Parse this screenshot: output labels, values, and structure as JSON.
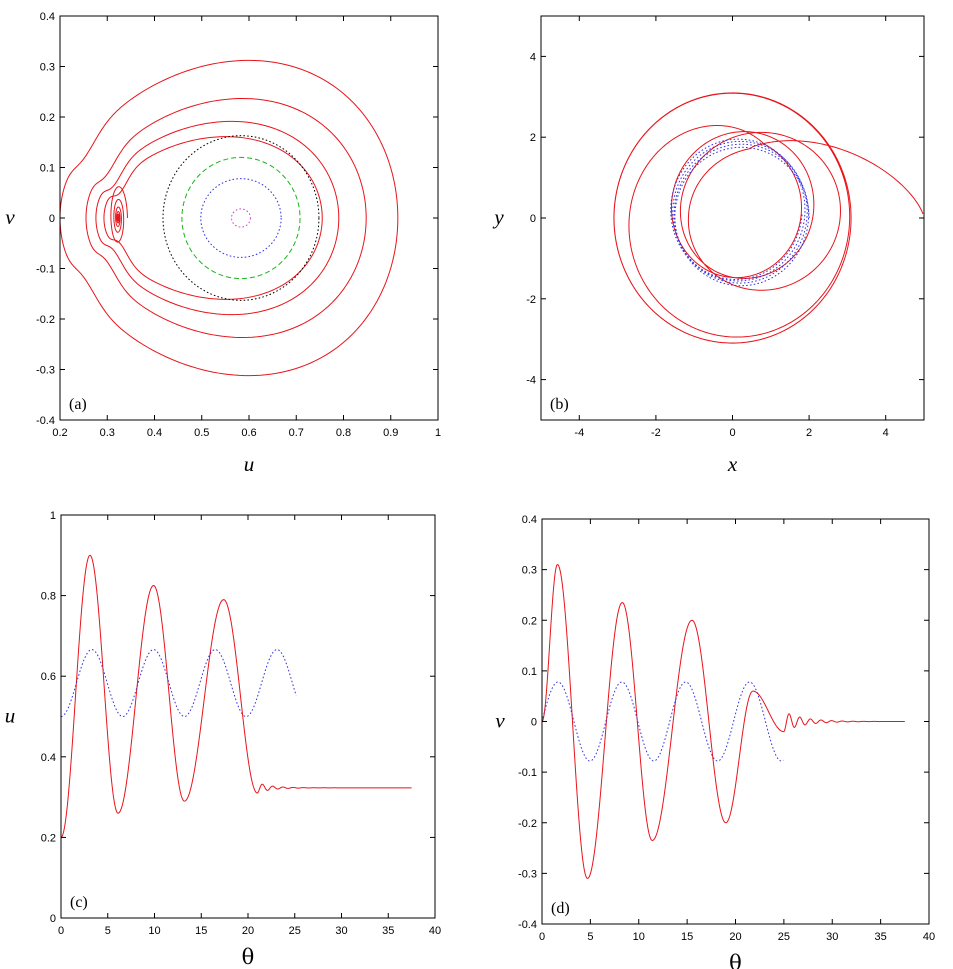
{
  "chart_data": [
    {
      "panel": "(a)",
      "type": "line",
      "xlabel": "u",
      "ylabel": "v",
      "xlim": [
        0.2,
        1.0
      ],
      "ylim": [
        -0.4,
        0.4
      ],
      "xticks": [
        "0.2",
        "0.3",
        "0.4",
        "0.5",
        "0.6",
        "0.7",
        "0.8",
        "0.9",
        "1"
      ],
      "yticks": [
        "-0.4",
        "-0.3",
        "-0.2",
        "-0.1",
        "0",
        "0.1",
        "0.2",
        "0.3",
        "0.4"
      ],
      "series": [
        {
          "style": "solid",
          "color": "#e8141b",
          "kind": "separatrix-curves",
          "u_left": [
            0.2,
            0.255,
            0.276,
            0.293
          ],
          "u_right": [
            0.915,
            0.848,
            0.79,
            0.755
          ],
          "v_max": [
            0.31,
            0.235,
            0.19,
            0.16
          ]
        },
        {
          "style": "solid",
          "color": "#e8141b",
          "kind": "spiral-focus",
          "center": [
            0.323,
            0.0
          ]
        },
        {
          "style": "dotted",
          "color": "#000000",
          "center": [
            0.583,
            0.0
          ],
          "radius_u": 0.165,
          "radius_v": 0.163
        },
        {
          "style": "dashed",
          "color": "#18b418",
          "center": [
            0.583,
            0.0
          ],
          "radius_u": 0.125,
          "radius_v": 0.12
        },
        {
          "style": "dotted",
          "color": "#3131e0",
          "center": [
            0.583,
            0.0
          ],
          "radius_u": 0.085,
          "radius_v": 0.078
        },
        {
          "style": "dotted",
          "color": "#d040d0",
          "center": [
            0.583,
            0.0
          ],
          "radius_u": 0.02,
          "radius_v": 0.018
        }
      ]
    },
    {
      "panel": "(b)",
      "type": "line",
      "xlabel": "x",
      "ylabel": "y",
      "xlim": [
        -5,
        5
      ],
      "ylim": [
        -5,
        5
      ],
      "xticks": [
        "-4",
        "-2",
        "0",
        "2",
        "4"
      ],
      "yticks": [
        "-4",
        "-2",
        "0",
        "2",
        "4"
      ],
      "series": [
        {
          "style": "solid",
          "color": "#e8141b",
          "kind": "orbit"
        },
        {
          "style": "dotted",
          "color": "#3131e0",
          "kind": "orbit"
        }
      ]
    },
    {
      "panel": "(c)",
      "type": "line",
      "xlabel": "θ",
      "ylabel": "u",
      "xlim": [
        0,
        40
      ],
      "ylim": [
        0,
        1
      ],
      "xticks": [
        "0",
        "5",
        "10",
        "15",
        "20",
        "25",
        "30",
        "35",
        "40"
      ],
      "yticks": [
        "0",
        "0.2",
        "0.4",
        "0.6",
        "0.8",
        "1"
      ],
      "series": [
        {
          "style": "solid",
          "color": "#e8141b",
          "start": 0.2,
          "peaks": [
            [
              3.1,
              0.9
            ],
            [
              9.9,
              0.825
            ],
            [
              17.4,
              0.79
            ]
          ],
          "troughs": [
            [
              6.1,
              0.26
            ],
            [
              13.2,
              0.29
            ],
            [
              21.0,
              0.31
            ]
          ],
          "limit": 0.323,
          "theta_end": 37.5
        },
        {
          "style": "dotted",
          "color": "#3131e0",
          "mean": 0.583,
          "amplitude": 0.083,
          "period": 6.6,
          "theta_end": 25.2
        }
      ]
    },
    {
      "panel": "(d)",
      "type": "line",
      "xlabel": "θ",
      "ylabel": "v",
      "xlim": [
        0,
        40
      ],
      "ylim": [
        -0.4,
        0.4
      ],
      "xticks": [
        "0",
        "5",
        "10",
        "15",
        "20",
        "25",
        "30",
        "35",
        "40"
      ],
      "yticks": [
        "-0.4",
        "-0.3",
        "-0.2",
        "-0.1",
        "0",
        "0.1",
        "0.2",
        "0.3",
        "0.4"
      ],
      "series": [
        {
          "style": "solid",
          "color": "#e8141b",
          "peaks": [
            [
              1.6,
              0.31
            ],
            [
              8.3,
              0.235
            ],
            [
              15.5,
              0.2
            ],
            [
              21.8,
              0.06
            ]
          ],
          "troughs": [
            [
              4.7,
              -0.31
            ],
            [
              11.4,
              -0.235
            ],
            [
              19.0,
              -0.2
            ],
            [
              25.0,
              -0.02
            ]
          ],
          "limit": 0.0,
          "theta_end": 37.5
        },
        {
          "style": "dotted",
          "color": "#3131e0",
          "amplitude": 0.078,
          "period": 6.6,
          "theta_end": 25.0
        }
      ]
    }
  ]
}
